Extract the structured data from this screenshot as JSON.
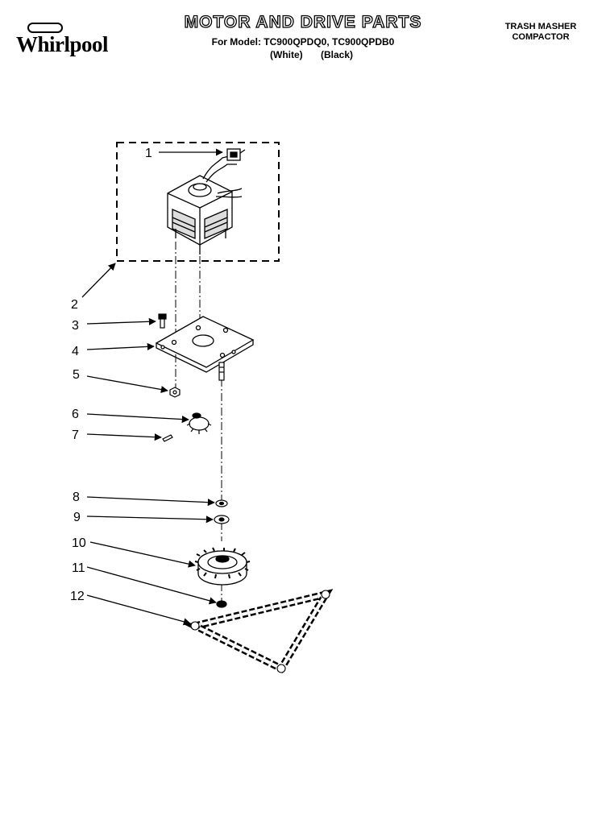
{
  "header": {
    "logo_text": "Whirlpool",
    "title": "MOTOR AND DRIVE PARTS",
    "model_line": "For Model: TC900QPDQ0, TC900QPDB0",
    "color_white": "(White)",
    "color_black": "(Black)",
    "product_line1": "TRASH MASHER",
    "product_line2": "COMPACTOR"
  },
  "callouts": [
    "1",
    "2",
    "3",
    "4",
    "5",
    "6",
    "7",
    "8",
    "9",
    "10",
    "11",
    "12"
  ]
}
